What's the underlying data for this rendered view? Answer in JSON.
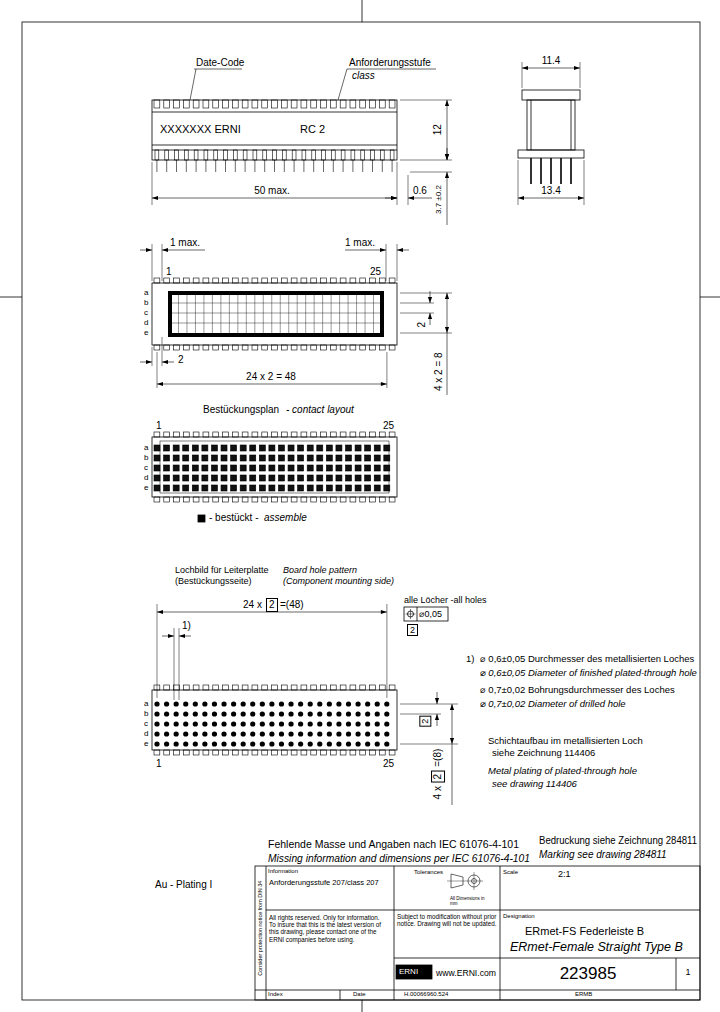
{
  "diagram": {
    "nodes": [
      {
        "text": [
          "Information",
          "Anforderungsstufe 207/class 207"
        ]
      },
      {
        "text": [
          "Tolerances",
          "All Dimensions in mm"
        ]
      },
      {
        "text": [
          "Scale",
          "2:1"
        ]
      },
      {
        "text": [
          "All rights reserved. Only for information. To insure that this is the latest version of this drawing, please contact one of the ERNI companies before using."
        ]
      },
      {
        "text": [
          "Subject to modification without prior notice. Drawing will not be updated."
        ]
      },
      {
        "text": [
          "Designation",
          "ERmet-FS Federleiste B",
          "ERmet-Female Straight Type B"
        ]
      },
      {
        "text": [
          "ERNI",
          "www.ERNI.com"
        ]
      },
      {
        "text": [
          "223985"
        ]
      },
      {
        "text": [
          "1"
        ]
      }
    ],
    "labels": [
      "Date-Code",
      "Anforderungsstufe",
      "class",
      "XXXXXXX ERNI",
      "RC 2",
      "12",
      "50 max.",
      "0.6",
      "3.7 ±0.2",
      "11.4",
      "13.4",
      "1 max.",
      "1 max.",
      "1",
      "25",
      "a",
      "b",
      "c",
      "d",
      "e",
      "2",
      "2",
      "24 x 2 = 48",
      "4 x 2 = 8",
      "Bestückungsplan",
      "- contact layout",
      "1",
      "25",
      "a",
      "b",
      "c",
      "d",
      "e",
      "- bestückt -",
      "assemble",
      "Lochbild für Leiterplatte",
      "(Bestückungsseite)",
      "Board hole pattern",
      "(Component mounting side)",
      "24 x",
      "2",
      "=(48)",
      "alle Löcher -all holes",
      "⌀0,05",
      "1)",
      "2",
      "2",
      "4 x",
      "2",
      "=(8)",
      "1",
      "25",
      "a",
      "b",
      "c",
      "d",
      "e",
      "1)",
      "⌀ 0,6±0,05 Durchmesser des metallisierten Loches",
      "⌀ 0,6±0,05 Diameter of finished plated-through hole",
      "⌀ 0,7±0,02 Bohrungsdurchmesser des Loches",
      "⌀ 0,7±0,02 Diameter of drilled hole",
      "Schichtaufbau im metallisierten Loch",
      "siehe Zeichnung 114406",
      "Metal plating of plated-through hole",
      "see drawing 114406",
      "Fehlende Masse und Angaben nach IEC 61076-4-101",
      "Missing information and dimensions per IEC 61076-4-101",
      "Bedruckung siehe Zeichnung 284811",
      "Marking see drawing 284811",
      "Au - Plating I",
      "Consider protection notice from DIN 34",
      "Index",
      "Date",
      "H.00066960.524",
      "ERMB"
    ]
  }
}
